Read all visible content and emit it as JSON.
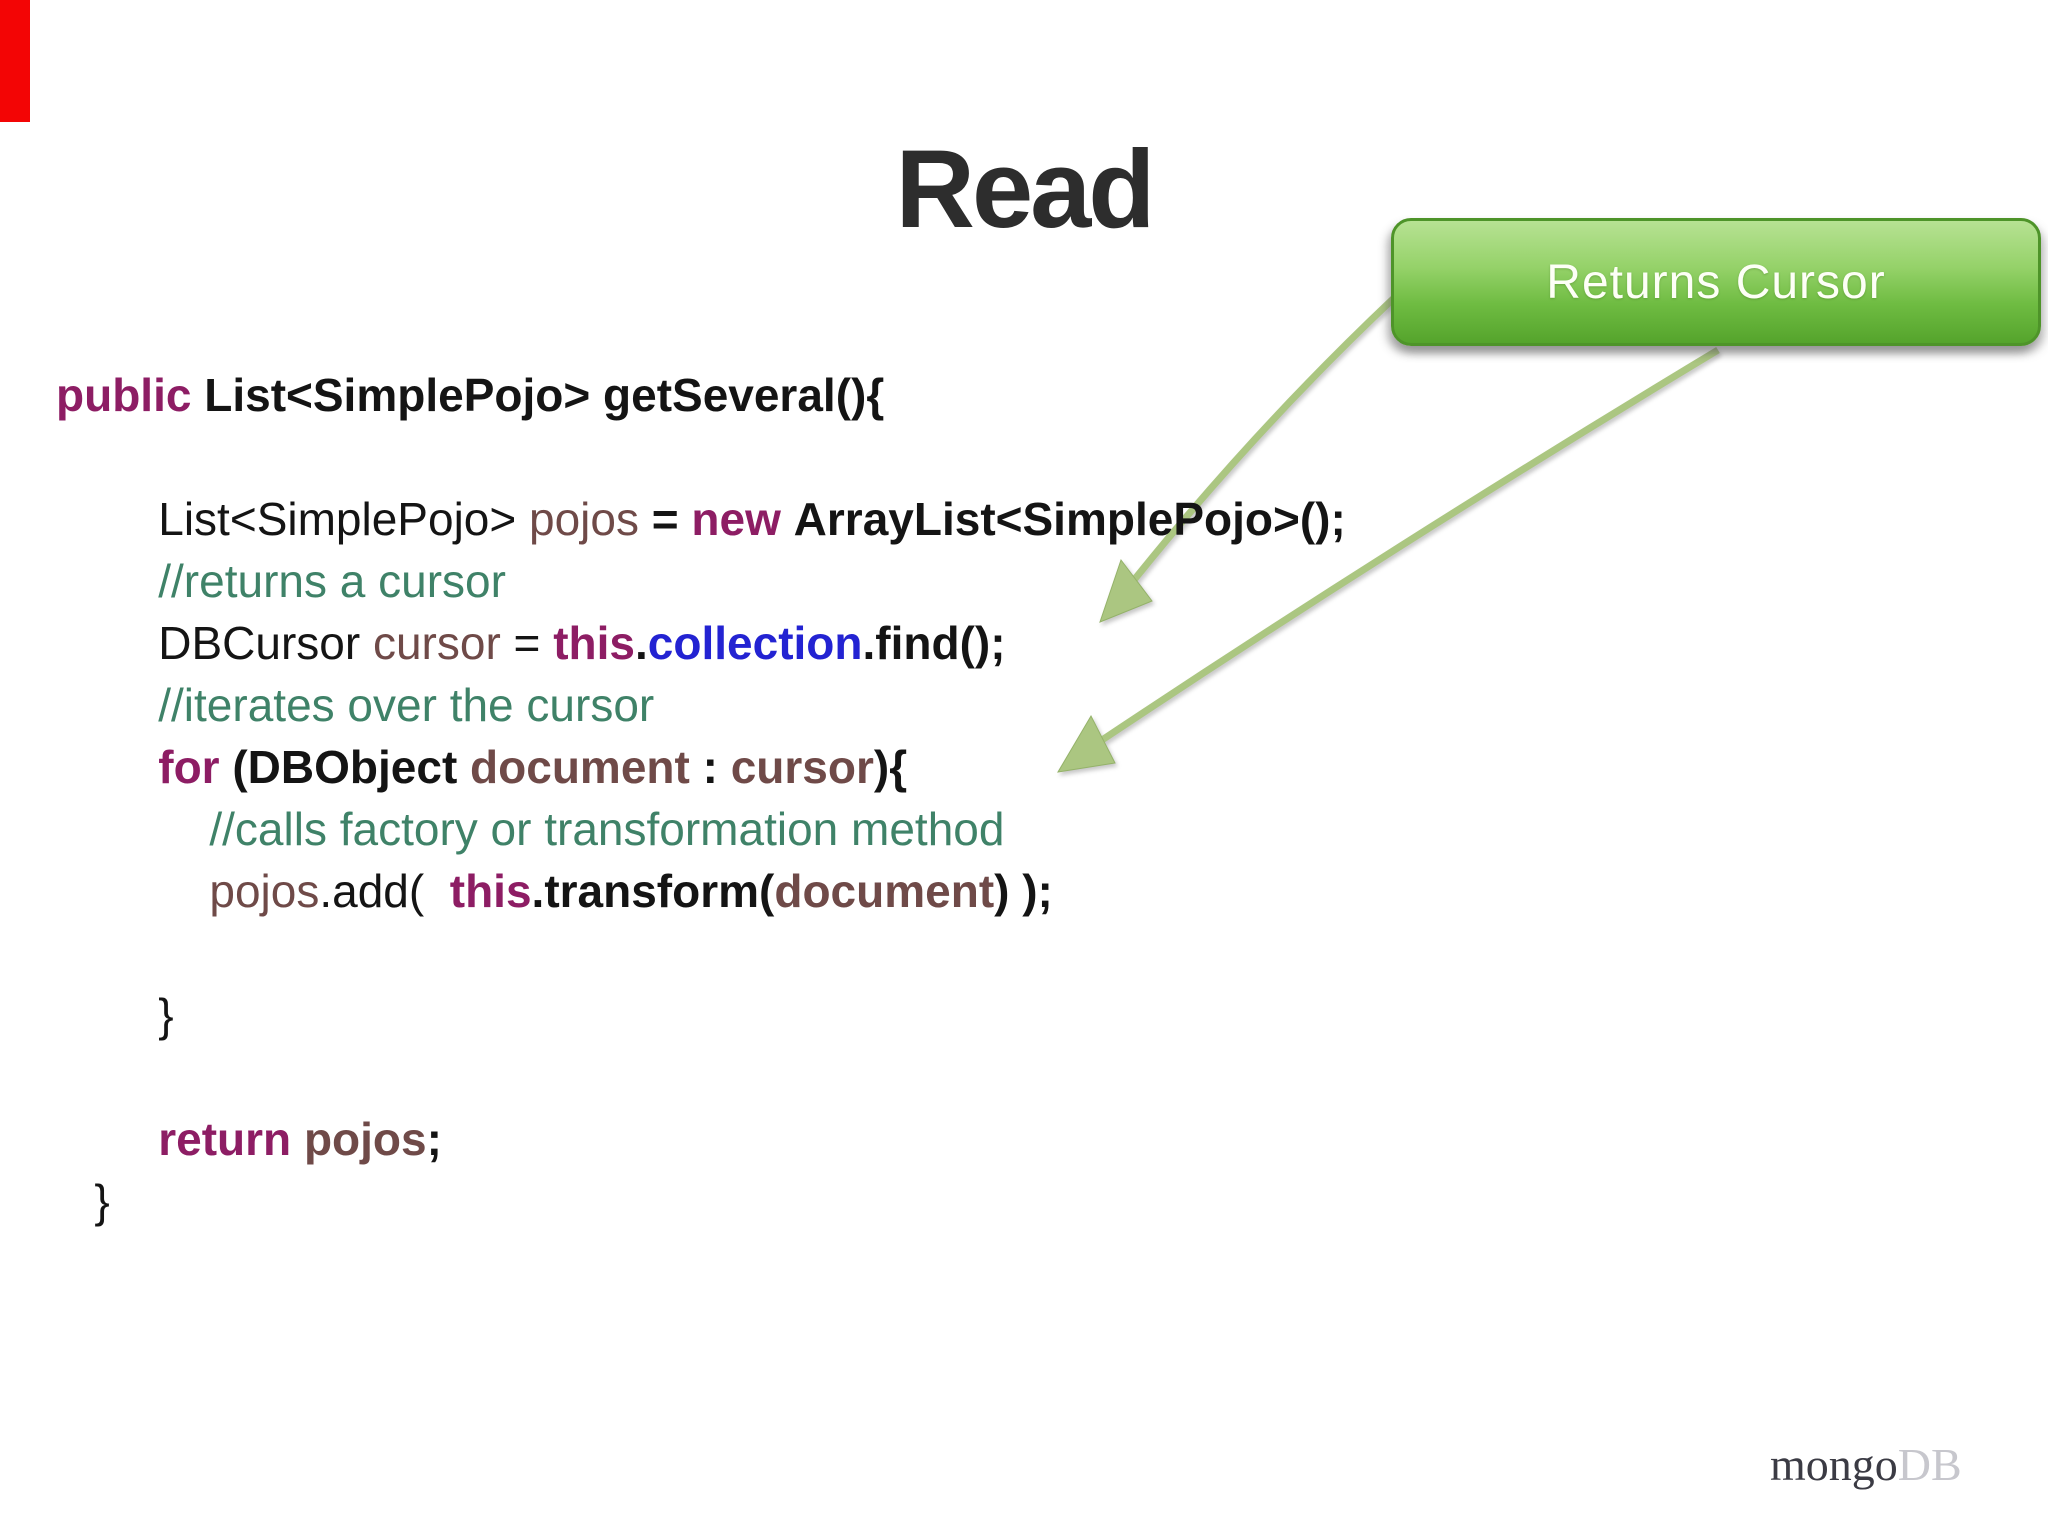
{
  "slide": {
    "title": "Read"
  },
  "callout": {
    "label": "Returns Cursor"
  },
  "code": {
    "lines": [
      {
        "segments": [
          {
            "t": "public ",
            "c": "kw",
            "b": true
          },
          {
            "t": "List<SimplePojo> getSeveral(){",
            "c": "pl",
            "b": true
          }
        ]
      },
      {
        "segments": []
      },
      {
        "segments": [
          {
            "t": "        ",
            "c": "pl"
          },
          {
            "t": "List<SimplePojo> ",
            "c": "pl"
          },
          {
            "t": "pojos",
            "c": "id"
          },
          {
            "t": " = ",
            "c": "pl",
            "b": true
          },
          {
            "t": "new",
            "c": "kw",
            "b": true
          },
          {
            "t": " ",
            "c": "pl"
          },
          {
            "t": "ArrayList<SimplePojo>();",
            "c": "pl",
            "b": true
          }
        ]
      },
      {
        "segments": [
          {
            "t": "        //returns a cursor",
            "c": "cm"
          }
        ]
      },
      {
        "segments": [
          {
            "t": "        ",
            "c": "pl"
          },
          {
            "t": "DBCursor ",
            "c": "pl"
          },
          {
            "t": "cursor",
            "c": "id"
          },
          {
            "t": " = ",
            "c": "pl"
          },
          {
            "t": "this",
            "c": "kw",
            "b": true
          },
          {
            "t": ".",
            "c": "pl",
            "b": true
          },
          {
            "t": "collection",
            "c": "fn",
            "b": true
          },
          {
            "t": ".find();",
            "c": "pl",
            "b": true
          }
        ]
      },
      {
        "segments": [
          {
            "t": "        //iterates over the cursor",
            "c": "cm"
          }
        ]
      },
      {
        "segments": [
          {
            "t": "        ",
            "c": "pl"
          },
          {
            "t": "for ",
            "c": "kw",
            "b": true
          },
          {
            "t": "(DBObject ",
            "c": "pl",
            "b": true
          },
          {
            "t": "document",
            "c": "id",
            "b": true
          },
          {
            "t": " : ",
            "c": "pl",
            "b": true
          },
          {
            "t": "cursor",
            "c": "id",
            "b": true
          },
          {
            "t": "){",
            "c": "pl",
            "b": true
          }
        ]
      },
      {
        "segments": [
          {
            "t": "            //calls factory or transformation method",
            "c": "cm"
          }
        ]
      },
      {
        "segments": [
          {
            "t": "            ",
            "c": "pl"
          },
          {
            "t": "pojos",
            "c": "id"
          },
          {
            "t": ".add(  ",
            "c": "pl"
          },
          {
            "t": "this",
            "c": "kw",
            "b": true
          },
          {
            "t": ".transform(",
            "c": "pl",
            "b": true
          },
          {
            "t": "document",
            "c": "id",
            "b": true
          },
          {
            "t": ") );",
            "c": "pl",
            "b": true
          }
        ]
      },
      {
        "segments": []
      },
      {
        "segments": [
          {
            "t": "        }",
            "c": "pl"
          }
        ]
      },
      {
        "segments": []
      },
      {
        "segments": [
          {
            "t": "        ",
            "c": "pl"
          },
          {
            "t": "return ",
            "c": "kw",
            "b": true
          },
          {
            "t": "pojos",
            "c": "id",
            "b": true
          },
          {
            "t": ";",
            "c": "pl",
            "b": true
          }
        ]
      },
      {
        "segments": [
          {
            "t": "   }",
            "c": "pl"
          }
        ]
      }
    ]
  },
  "logo": {
    "part1": "mongo",
    "part2": "DB"
  },
  "colors": {
    "title": "#2d2d2d",
    "kw": "#8d1d64",
    "id": "#6f4a48",
    "cm": "#3f8268",
    "fn": "#2323d2",
    "pl": "#141414",
    "arrow": "#abc681",
    "callout_border": "#4e9429",
    "red_bar": "#f30505",
    "logo_dark": "#3b3b44",
    "logo_light": "#c7c7cd"
  }
}
